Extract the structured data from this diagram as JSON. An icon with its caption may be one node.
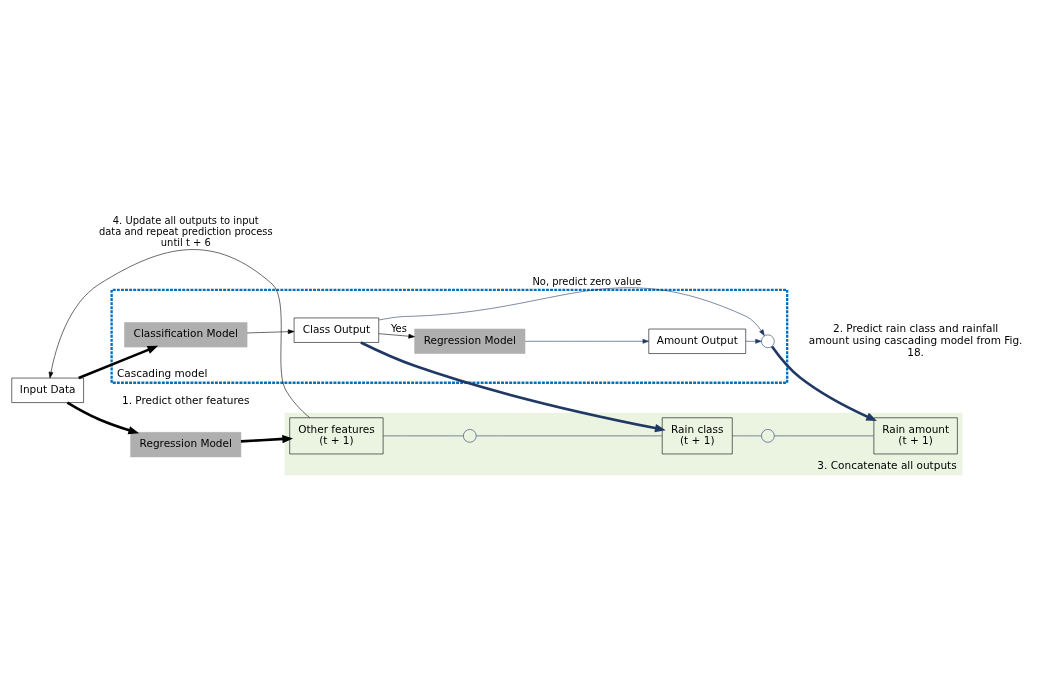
{
  "diagram": {
    "nodes": [
      {
        "text": [
          "3. Concatenate all outputs"
        ]
      },
      {
        "text": [
          "Other features",
          "(t + 1)"
        ],
        "in": 0
      },
      {
        "text": [],
        "shape": "circle",
        "in": 0
      },
      {
        "text": [
          "Rain class",
          "(t + 1)"
        ],
        "in": 0
      },
      {
        "text": [],
        "shape": "circle",
        "in": 0
      },
      {
        "text": [
          "Rain amount",
          "(t + 1)"
        ],
        "in": 0
      },
      {
        "text": [
          "Regression Model"
        ],
        "beside": [
          "1. Predict other features"
        ]
      },
      {
        "text": [
          "Input Data"
        ]
      },
      {
        "text": [
          "Cascading model"
        ],
        "beside": [
          "2. Predict rain class and rainfall amount using cascading model from Fig. 18."
        ]
      },
      {
        "text": [
          "Classification Model"
        ],
        "in": 8
      },
      {
        "text": [
          "Class Output"
        ],
        "in": 8
      },
      {
        "text": [
          "Regression Model"
        ],
        "in": 8
      },
      {
        "text": [
          "Amount Output"
        ],
        "in": 8
      },
      {
        "text": [],
        "shape": "circle",
        "in": 8
      }
    ],
    "edges": [
      {
        "from": 1,
        "to": 2,
        "arrow": "none"
      },
      {
        "from": 2,
        "to": 3,
        "arrow": "none"
      },
      {
        "from": 3,
        "to": 4,
        "arrow": "none"
      },
      {
        "from": 4,
        "to": 5,
        "arrow": "none"
      },
      {
        "from": 1,
        "to": 7,
        "arrow": "to",
        "label": "4. Update all outputs to input data and repeat prediction process until t + 6",
        "color": "#000000"
      },
      {
        "from": 7,
        "to": 6,
        "arrow": "to",
        "style": "thick",
        "color": "#000000"
      },
      {
        "from": 6,
        "to": 1,
        "arrow": "to",
        "style": "thick",
        "color": "#000000"
      },
      {
        "from": 7,
        "to": 9,
        "arrow": "to",
        "style": "thick",
        "color": "#000000"
      },
      {
        "from": 9,
        "to": 10,
        "arrow": "to",
        "color": "#000000"
      },
      {
        "from": 10,
        "to": 3,
        "arrow": "to",
        "style": "thick"
      },
      {
        "from": 10,
        "to": 13,
        "arrow": "to",
        "label": "No, predict zero value"
      },
      {
        "from": 10,
        "to": 11,
        "arrow": "to",
        "label": "Yes",
        "color": "#000000"
      },
      {
        "from": 11,
        "to": 12,
        "arrow": "to"
      },
      {
        "from": 12,
        "to": 13,
        "arrow": "to"
      },
      {
        "from": 13,
        "to": 5,
        "arrow": "to",
        "style": "thick"
      }
    ]
  }
}
